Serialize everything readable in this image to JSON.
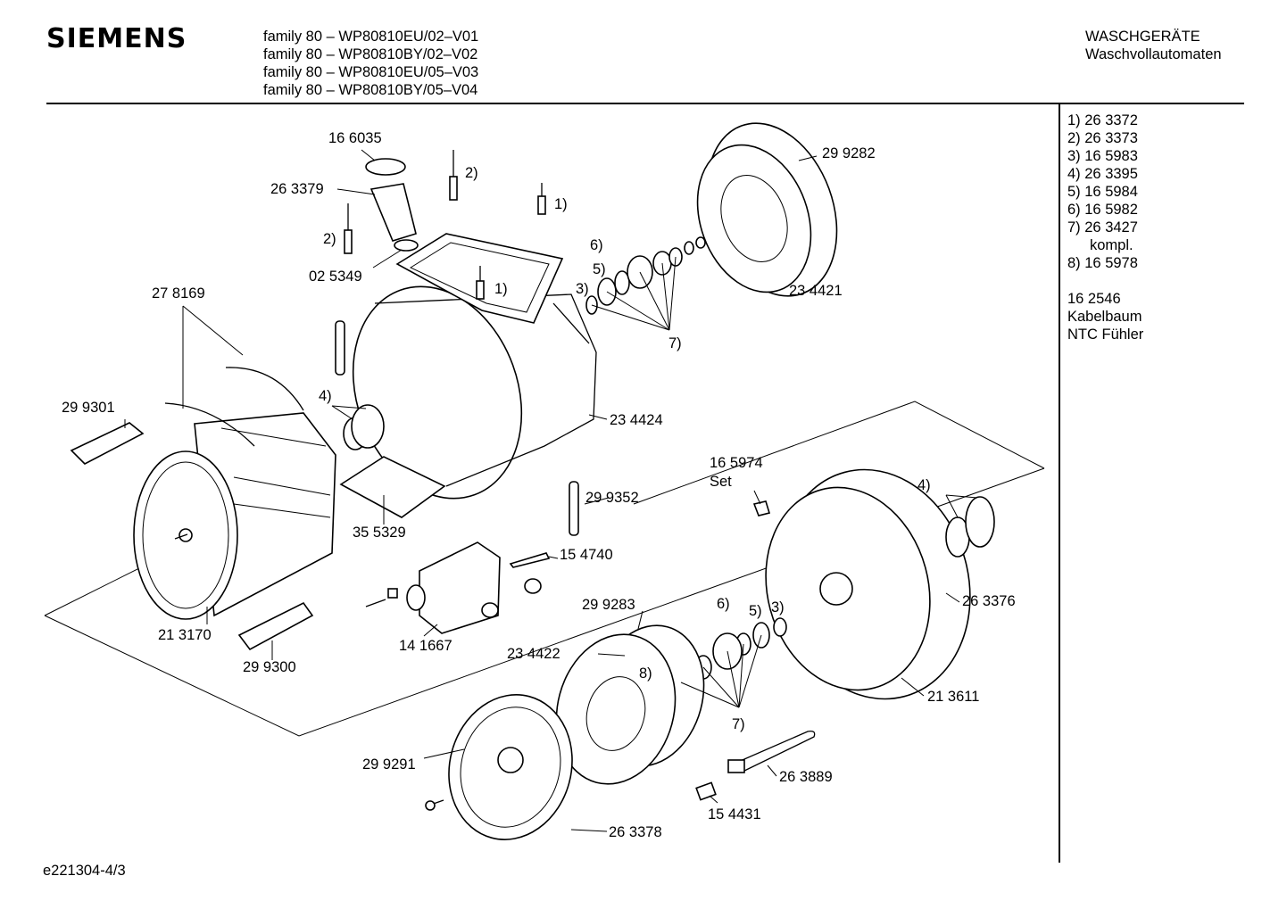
{
  "header": {
    "brand": "SIEMENS",
    "models": [
      "family 80 – WP80810EU/02–V01",
      "family 80 – WP80810BY/02–V02",
      "family 80 – WP80810EU/05–V03",
      "family 80 – WP80810BY/05–V04"
    ],
    "category": "WASCHGERÄTE",
    "subcategory": "Waschvollautomaten"
  },
  "legend": {
    "items": [
      "1) 26 3372",
      "2) 26 3373",
      "3) 16 5983",
      "4) 26 3395",
      "5) 16 5984",
      "6) 16 5982",
      "7)  26 3427",
      "kompl.",
      "8) 16 5978"
    ],
    "extra": [
      "16 2546",
      "Kabelbaum",
      "NTC Fühler"
    ]
  },
  "callouts": {
    "p166035": "16 6035",
    "p263379": "26 3379",
    "p025349": "02 5349",
    "p299282": "29 9282",
    "p234421": "23 4421",
    "p278169": "27 8169",
    "p299301": "29 9301",
    "p234424": "23 4424",
    "p355329": "35 5329",
    "p299352": "29 9352",
    "p165974": "16 5974",
    "set": "Set",
    "p154740": "15 4740",
    "p299283": "29 9283",
    "p141667": "14 1667",
    "p213170": "21 3170",
    "p299300": "29 9300",
    "p234422": "23 4422",
    "p263376": "26 3376",
    "p213611": "21 3611",
    "p299291": "29 9291",
    "p263889": "26 3889",
    "p154431": "15 4431",
    "p263378": "26 3378",
    "r1": "1)",
    "r2": "2)",
    "r3": "3)",
    "r4": "4)",
    "r5": "5)",
    "r6": "6)",
    "r7": "7)",
    "r8": "8)"
  },
  "footer": {
    "doc_id": "e221304-4/3"
  }
}
